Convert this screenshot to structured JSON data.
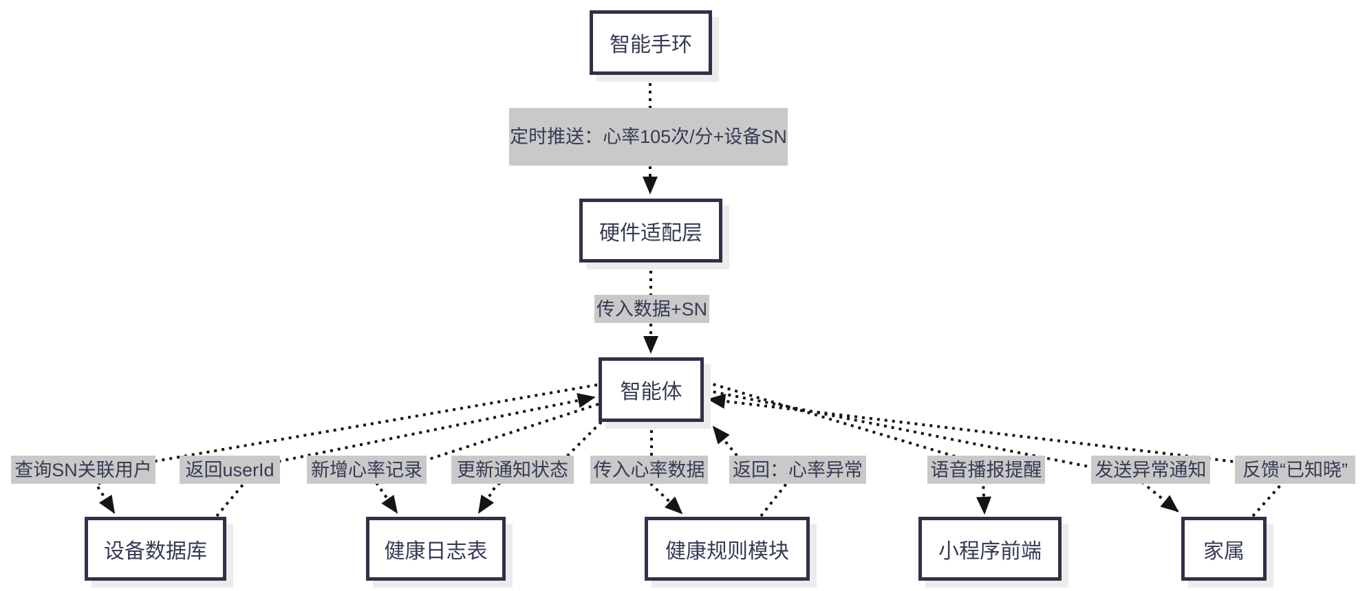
{
  "nodes": {
    "bracelet": {
      "label": "智能手环"
    },
    "hw_layer": {
      "label": "硬件适配层"
    },
    "agent": {
      "label": "智能体"
    },
    "device_db": {
      "label": "设备数据库"
    },
    "health_log": {
      "label": "健康日志表"
    },
    "health_rules": {
      "label": "健康规则模块"
    },
    "miniapp": {
      "label": "小程序前端"
    },
    "family": {
      "label": "家属"
    }
  },
  "edge_labels": {
    "timed_push": "定时推送：心率105次/分+设备SN",
    "pass_data_sn": "传入数据+SN",
    "query_sn_user": "查询SN关联用户",
    "return_userid": "返回userId",
    "add_hr_record": "新增心率记录",
    "update_notify_status": "更新通知状态",
    "input_hr_data": "传入心率数据",
    "return_hr_abnormal": "返回：心率异常",
    "voice_broadcast": "语音播报提醒",
    "send_abnormal_notify": "发送异常通知",
    "feedback_known": "反馈“已知晓”"
  },
  "colors": {
    "boxBorder": "#2e3148",
    "boxText": "#363a54",
    "labelBg": "#c9c9c9",
    "line": "#141414",
    "shadow": "#ececec",
    "background": "#ffffff"
  }
}
